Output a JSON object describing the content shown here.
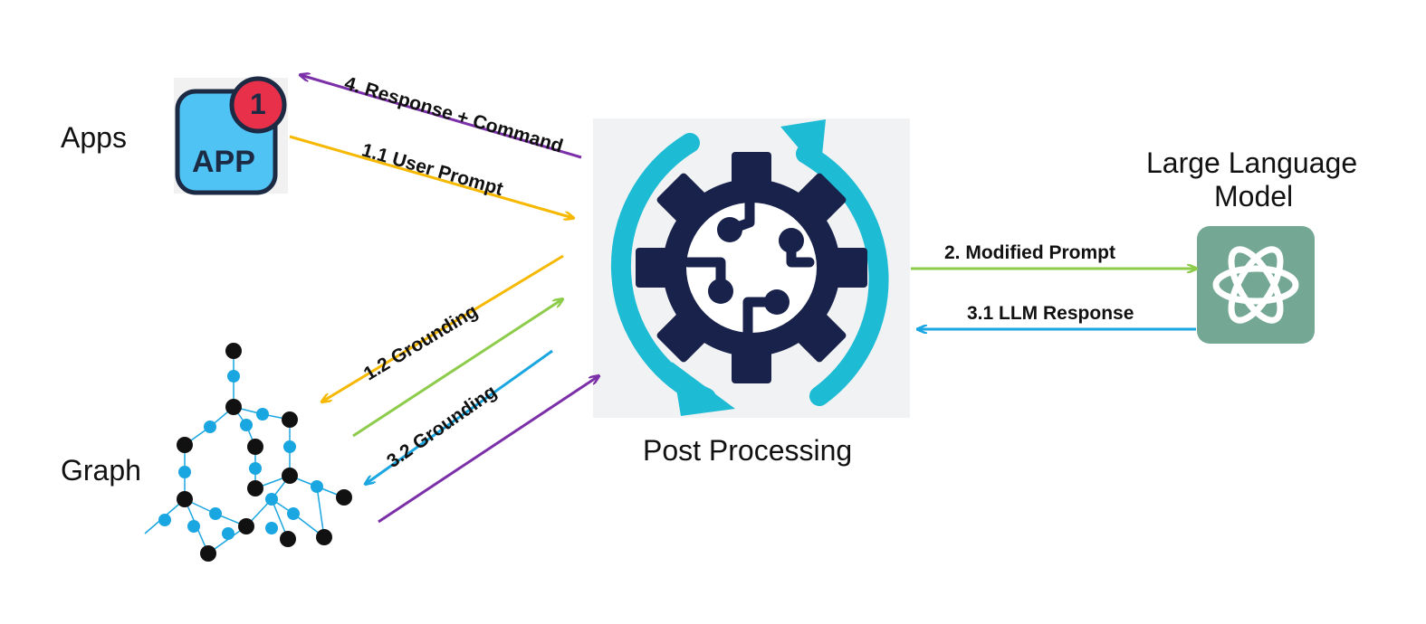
{
  "nodes": {
    "apps": "Apps",
    "graph": "Graph",
    "post_processing": "Post Processing",
    "llm_line1": "Large Language",
    "llm_line2": "Model"
  },
  "app_icon": {
    "text": "APP",
    "badge": "1"
  },
  "arrows": {
    "response_command": "4. Response + Command",
    "user_prompt": "1.1 User Prompt",
    "grounding_1": "1.2 Grounding",
    "grounding_2": "3.2 Grounding",
    "modified_prompt": "2. Modified Prompt",
    "llm_response": "3.1 LLM Response"
  },
  "colors": {
    "purple": "#7b2fa8",
    "yellow": "#f6b800",
    "green": "#8dcc4a",
    "blue": "#1aa6e0",
    "gear": "#18224a",
    "cycle": "#1ebcd4",
    "llm_bg": "#74a894",
    "app_bg": "#4fc3f4",
    "badge": "#e8304a"
  }
}
